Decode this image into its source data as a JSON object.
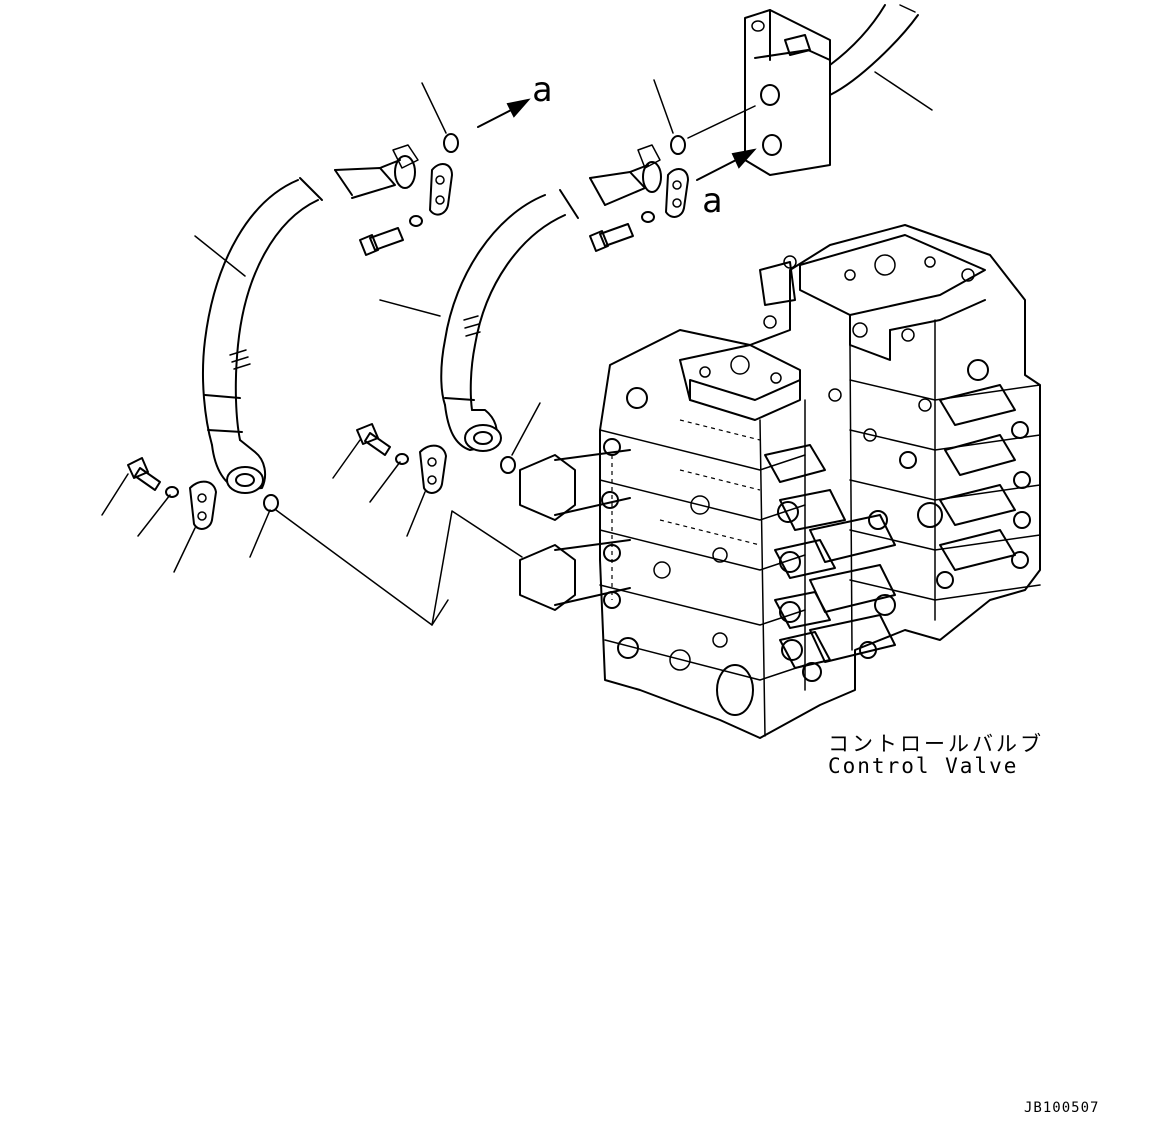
{
  "labels": {
    "part_name_jp": "コントロールバルブ",
    "part_name_en": "Control Valve",
    "arrow_ref_1": "a",
    "arrow_ref_2": "a",
    "drawing_code": "JB100507"
  },
  "icons": {
    "hose_left": "hose-icon",
    "hose_right": "hose-icon",
    "valve_body": "control-valve-icon",
    "bolt": "bolt-icon",
    "washer": "washer-icon",
    "clamp": "split-flange-clamp-icon",
    "o_ring": "o-ring-icon",
    "block": "connector-block-icon",
    "arrow": "direction-arrow-icon"
  },
  "colors": {
    "line": "#000000",
    "background": "#ffffff"
  }
}
